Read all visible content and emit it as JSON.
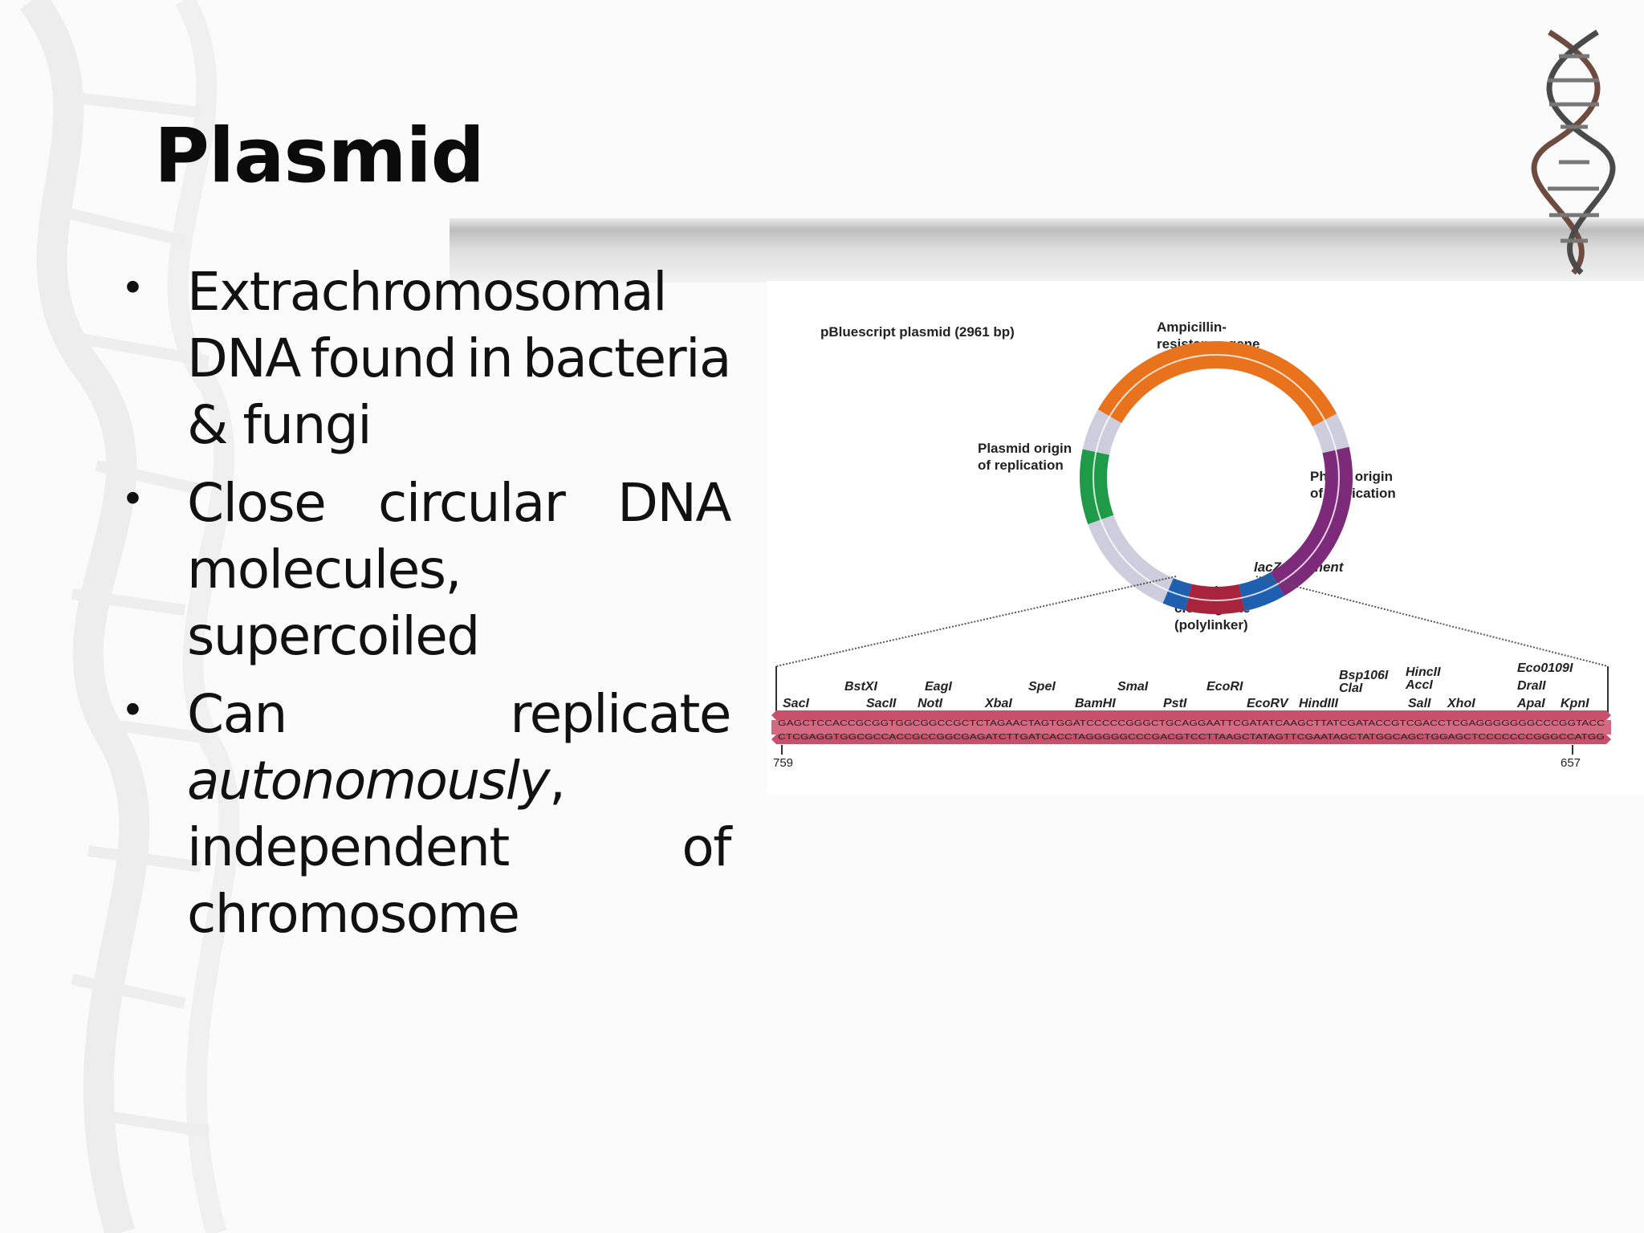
{
  "slide": {
    "title": "Plasmid",
    "bullets": [
      {
        "lines": [
          [
            "Extrachromosomal"
          ],
          [
            "DNA",
            "found",
            "in",
            "bacteria"
          ],
          [
            "& fungi"
          ]
        ]
      },
      {
        "lines": [
          [
            "Close",
            "circular",
            "DNA"
          ],
          [
            "molecules,"
          ],
          [
            "supercoiled"
          ]
        ]
      },
      {
        "lines": [
          [
            "Can",
            "replicate"
          ],
          [
            "autonomously",
            ","
          ],
          [
            "independent",
            "of"
          ],
          [
            "chromosome"
          ]
        ]
      }
    ]
  },
  "figure": {
    "title": "pBluescript plasmid (2961 bp)",
    "labels": {
      "ampicillin": [
        "Ampicillin-",
        "resistance gene"
      ],
      "plasmid_origin": [
        "Plasmid origin",
        "of replication"
      ],
      "phage_origin": [
        "Phage origin",
        "of replication"
      ],
      "lacz": "lacZ fragment",
      "mcs": [
        "Multiple",
        "cloning site",
        "(polylinker)"
      ]
    },
    "colors": {
      "ampicillin": "#e8731c",
      "plasmid_origin": "#1e9a48",
      "phage_origin": "#7d2a7a",
      "lacz": "#1f5fb0",
      "mcs": "#a8233c",
      "backbone": "#cdcdde",
      "sequence_band": "#c8506b"
    },
    "restriction_sites": {
      "top_row": [
        "BstXI",
        "EagI",
        "SpeI",
        "SmaI",
        "EcoRI",
        "Bsp106I",
        "HincII",
        "Eco0109I"
      ],
      "mid_row": [
        "ClaI",
        "AccI",
        "DraII"
      ],
      "bottom_row": [
        "SacI",
        "SacII",
        "NotI",
        "XbaI",
        "BamHI",
        "PstI",
        "EcoRV",
        "HindIII",
        "SalI",
        "XhoI",
        "ApaI",
        "KpnI"
      ]
    },
    "sequence_top": "GAGCTCCACCGCGGTGGCGGCCGCTCTAGAACTAGTGGATCCCCCGGGCTGCAGGAATTCGATATCAAGCTTATCGATACCGTCGACCTCGAGGGGGGGCCCGGTACC",
    "sequence_bottom": "CTCGAGGTGGCGCCACCGCCGGCGAGATCTTGATCACCTAGGGGGCCCGACGTCCTTAAGCTATAGTTCGAATAGCTATGGCAGCTGGAGCTCCCCCCCGGGCCATGG",
    "start_number": "759",
    "end_number": "657"
  }
}
